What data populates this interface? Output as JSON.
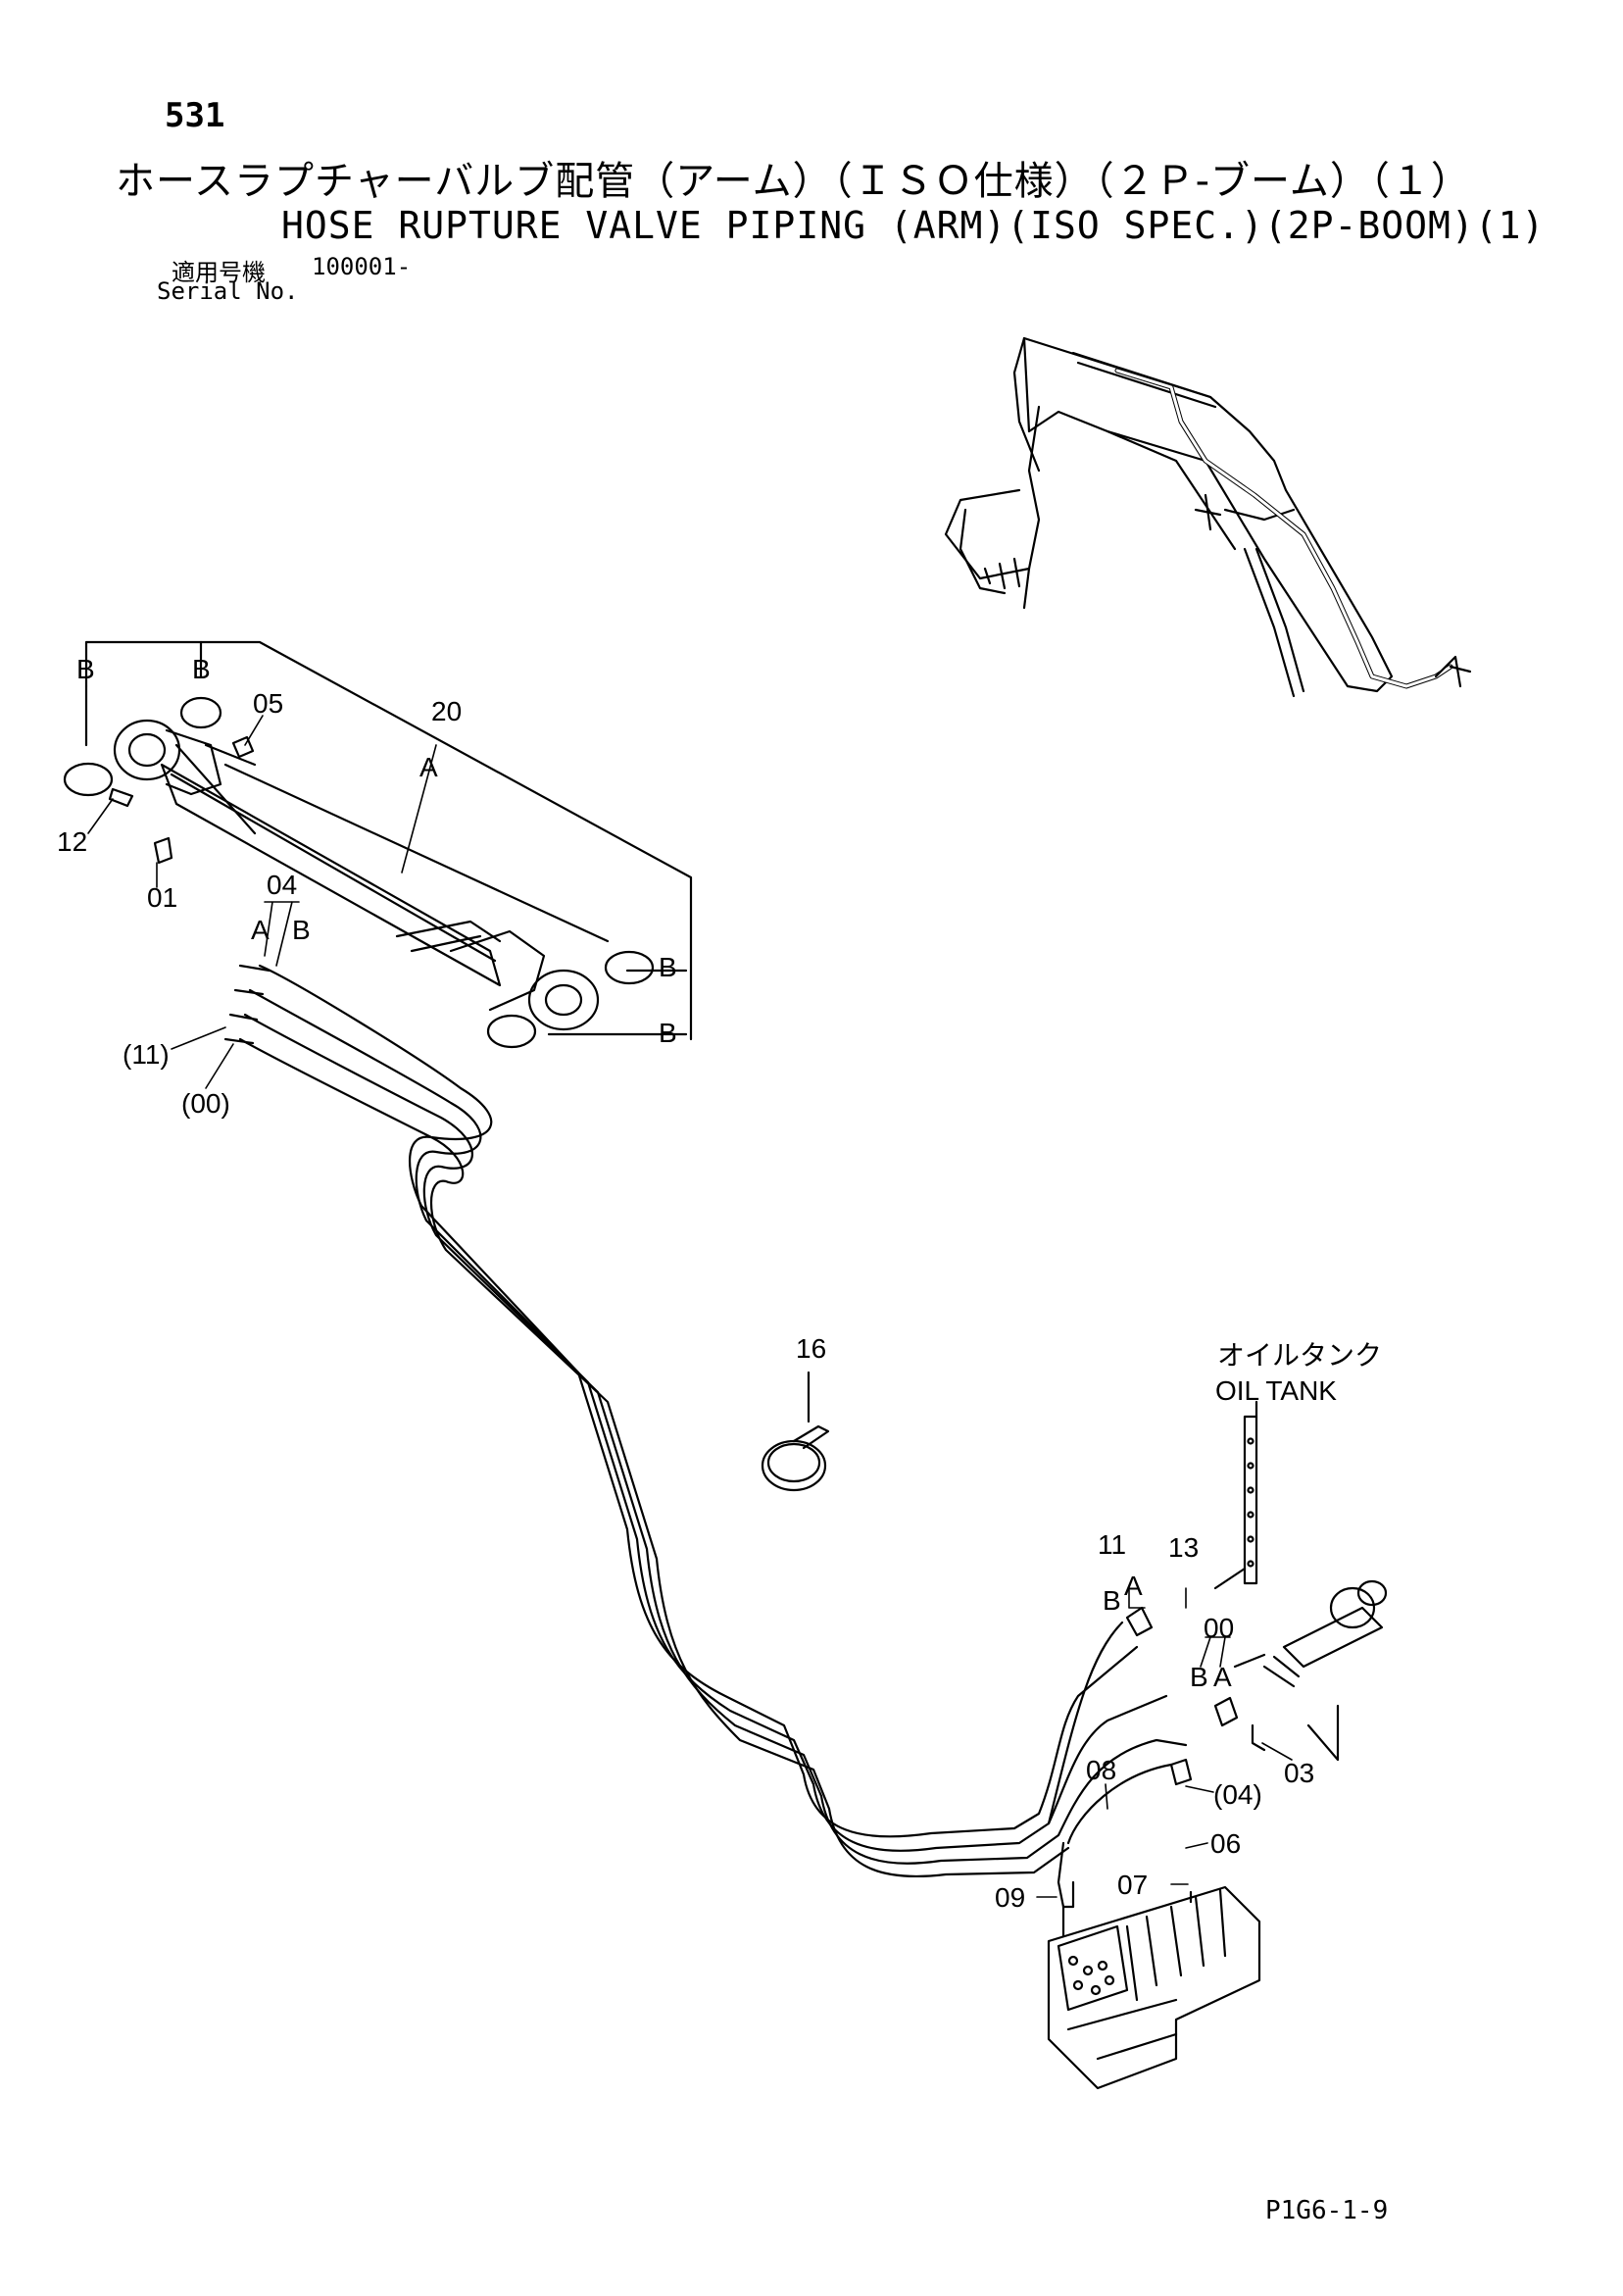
{
  "header": {
    "page_number": "531",
    "title_jp": "ホースラプチャーバルブ配管（アーム）（ＩＳＯ仕様）（２Ｐ-ブーム）（１）",
    "title_en": "HOSE RUPTURE VALVE PIPING (ARM)(ISO SPEC.)(2P-BOOM)(1)",
    "serial_label_jp": "適用号機",
    "serial_value": "100001-",
    "serial_label_en": "Serial No."
  },
  "callouts": {
    "b1": "B",
    "b2": "B",
    "b3": "B",
    "b4": "B",
    "p05": "05",
    "p20": "20",
    "a_hose": "A",
    "p12": "12",
    "p01": "01",
    "p04": "04",
    "a04": "A",
    "b04": "B",
    "p11paren": "(11)",
    "p00paren": "(00)",
    "p16": "16",
    "oil_tank_jp": "オイルタンク",
    "oil_tank_en": "OIL TANK",
    "p11": "11",
    "b11": "B",
    "a11": "A",
    "p13": "13",
    "p00": "00",
    "b00": "B",
    "a00": "A",
    "p03": "03",
    "p08": "08",
    "p04paren": "(04)",
    "p06": "06",
    "p07": "07",
    "p09": "09"
  },
  "footer": {
    "page_code": "P1G6-1-9"
  }
}
